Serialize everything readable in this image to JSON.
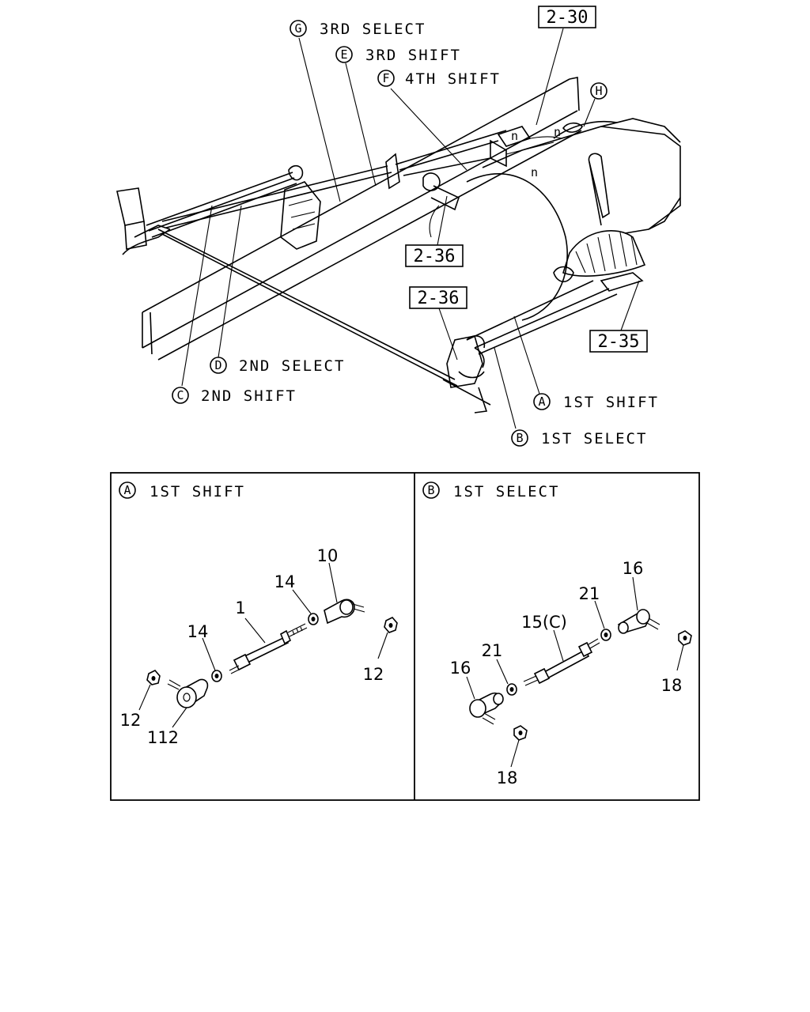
{
  "overview": {
    "callouts": [
      {
        "letter": "G",
        "text": "3RD SELECT"
      },
      {
        "letter": "E",
        "text": "3RD SHIFT"
      },
      {
        "letter": "F",
        "text": "4TH SHIFT"
      },
      {
        "letter": "D",
        "text": "2ND SELECT"
      },
      {
        "letter": "C",
        "text": "2ND SHIFT"
      },
      {
        "letter": "A",
        "text": "1ST SHIFT"
      },
      {
        "letter": "B",
        "text": "1ST SELECT"
      }
    ],
    "refs": [
      "2-30",
      "2-36",
      "2-36",
      "2-35"
    ],
    "h_label": "H",
    "n_marks": [
      "n",
      "n",
      "n"
    ]
  },
  "detail_a": {
    "letter": "A",
    "title": "1ST SHIFT",
    "parts": [
      "10",
      "14",
      "1",
      "14",
      "12",
      "12",
      "112"
    ]
  },
  "detail_b": {
    "letter": "B",
    "title": "1ST SELECT",
    "parts": [
      "16",
      "21",
      "15(C)",
      "21",
      "16",
      "18",
      "18"
    ]
  }
}
